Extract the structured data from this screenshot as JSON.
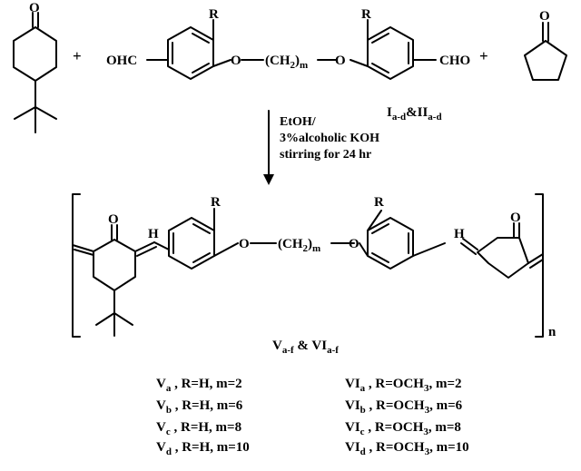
{
  "reactants": {
    "ketone1_label_O": "O",
    "plus_1": "+",
    "plus_2": "+",
    "dialdehyde": {
      "left_cho": "OHC",
      "right_cho": "CHO",
      "r_left": "R",
      "r_right": "R",
      "o_left": "O",
      "o_right": "O",
      "chain_open": "(CH",
      "chain_sub2": "2",
      "chain_close": ")",
      "chain_m": "m"
    },
    "ketone2_label_O": "O",
    "series_main": "I",
    "series_main_sub": "a-d",
    "series_amp": "&II",
    "series_amp_sub": "a-d"
  },
  "conditions": {
    "line1": "EtOH/",
    "line2": "3%alcoholic KOH",
    "line3": "stirring for 24 hr"
  },
  "product": {
    "o_left": "O",
    "o_right": "O",
    "h_left": "H",
    "h_right": "H",
    "r_left": "R",
    "r_right": "R",
    "ether_o_left": "O",
    "ether_o_right": "O",
    "chain_open": "(CH",
    "chain_sub2": "2",
    "chain_close": ")",
    "chain_m": "m",
    "repeat_n": "n",
    "series_V": "V",
    "series_V_sub": "a-f",
    "series_amp": " & VI",
    "series_VI_sub": "a-f"
  },
  "compounds_left": [
    {
      "main": "V",
      "sub": "a",
      "text": " , R=H, m=2"
    },
    {
      "main": "V",
      "sub": "b",
      "text": " , R=H, m=6"
    },
    {
      "main": "V",
      "sub": "c",
      "text": " , R=H, m=8"
    },
    {
      "main": "V",
      "sub": "d",
      "text": " , R=H, m=10"
    }
  ],
  "compounds_right": [
    {
      "main": "VI",
      "sub": "a",
      "text": " , R=OCH",
      "sub2": "3",
      "tail": ", m=2"
    },
    {
      "main": "VI",
      "sub": "b",
      "text": " , R=OCH",
      "sub2": "3",
      "tail": ", m=6"
    },
    {
      "main": "VI",
      "sub": "c",
      "text": " , R=OCH",
      "sub2": "3",
      "tail": ", m=8"
    },
    {
      "main": "VI",
      "sub": "d",
      "text": " , R=OCH",
      "sub2": "3",
      "tail": ", m=10"
    }
  ]
}
